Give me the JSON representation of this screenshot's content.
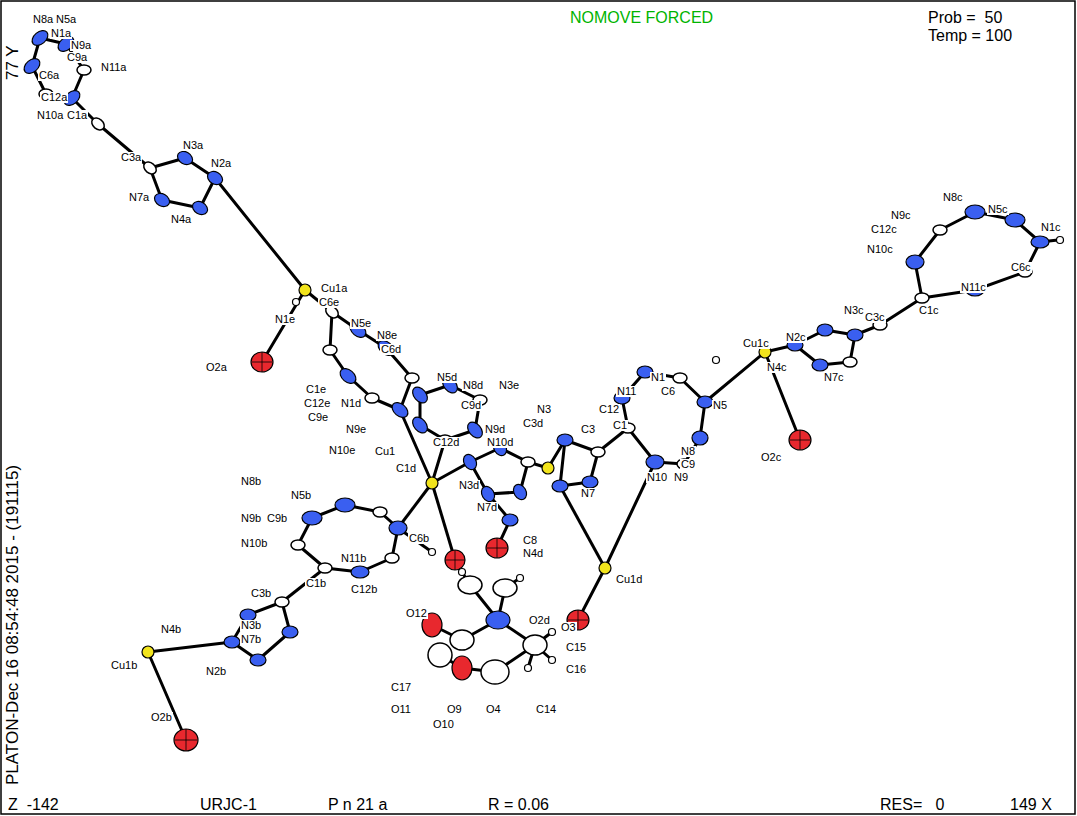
{
  "diagram": {
    "labels": [
      "NOMOVE FORCED",
      "Prob =  50",
      "Temp = 100",
      "77 Y",
      "PLATON-Dec 16 08:54:48 2015 - (191115)",
      "Z  -142",
      "URJC-1",
      "P n 21 a",
      "R = 0.06",
      "RES=   0",
      "149 X",
      "N8a",
      "N5a",
      "N1a",
      "N9a",
      "C9a",
      "C6a",
      "N11a",
      "C12a",
      "N10a",
      "C1a",
      "C3a",
      "N3a",
      "N2a",
      "N7a",
      "N4a",
      "Cu1a",
      "C6e",
      "N1e",
      "N5e",
      "N8e",
      "C6d",
      "O2a",
      "N5d",
      "N8d",
      "N3e",
      "C1e",
      "C12e",
      "N1d",
      "C9d",
      "C9e",
      "N9e",
      "N9d",
      "N10d",
      "C12d",
      "N10e",
      "Cu1",
      "C1d",
      "N3d",
      "N7d",
      "C3d",
      "N3",
      "C3",
      "N7",
      "C8",
      "N4d",
      "Cu1d",
      "O2d",
      "N1",
      "N11",
      "C12",
      "C6",
      "C1",
      "N5",
      "N8",
      "C9",
      "N9",
      "N10",
      "Cu1c",
      "N2c",
      "N3c",
      "C3c",
      "N4c",
      "N7c",
      "C1c",
      "O2c",
      "N8c",
      "N5c",
      "N9c",
      "C12c",
      "N10c",
      "N1c",
      "C6c",
      "N11c",
      "N8b",
      "N5b",
      "N9b",
      "C9b",
      "N10b",
      "C6b",
      "N11b",
      "C1b",
      "C12b",
      "C3b",
      "N3b",
      "N7b",
      "N2b",
      "N4b",
      "Cu1b",
      "O2b",
      "O12",
      "O3",
      "C15",
      "C16",
      "C17",
      "O11",
      "O9",
      "O10",
      "O4",
      "C14"
    ]
  }
}
